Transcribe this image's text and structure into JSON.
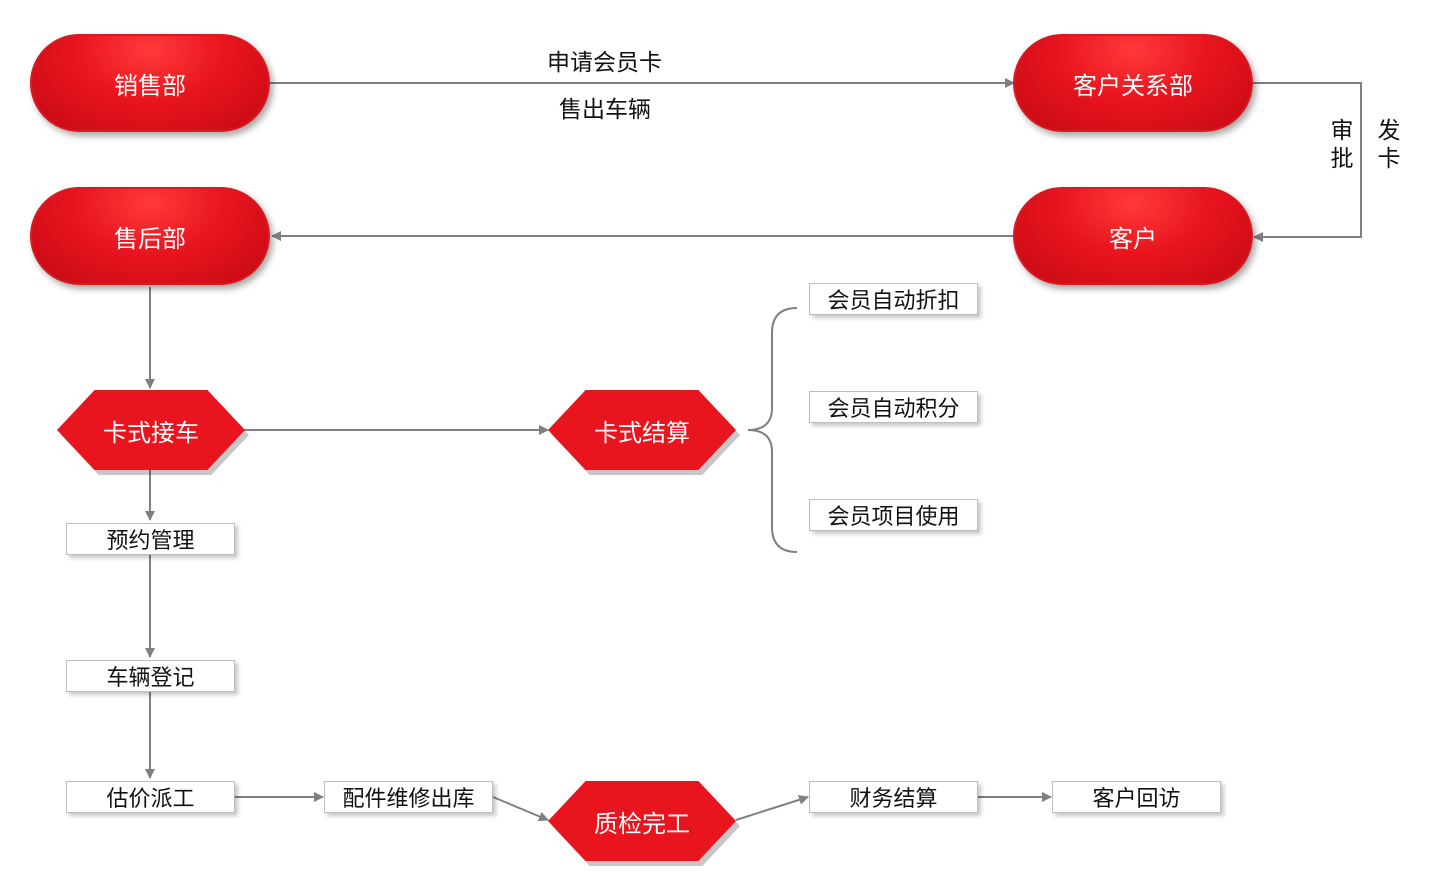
{
  "nodes": {
    "sales": "销售部",
    "crm": "客户关系部",
    "after_sales": "售后部",
    "customer": "客户",
    "card_reception": "卡式接车",
    "card_settlement": "卡式结算",
    "quality_check": "质检完工"
  },
  "boxes": {
    "discount": "会员自动折扣",
    "points": "会员自动积分",
    "project": "会员项目使用",
    "appointment": "预约管理",
    "registration": "车辆登记",
    "estimate": "估价派工",
    "parts": "配件维修出库",
    "finance": "财务结算",
    "followup": "客户回访"
  },
  "labels": {
    "apply_card": "申请会员卡",
    "sell_car": "售出车辆",
    "approve": "审批",
    "issue_card": "发卡"
  },
  "colors": {
    "accent": "#e8151f",
    "line": "#808080"
  }
}
